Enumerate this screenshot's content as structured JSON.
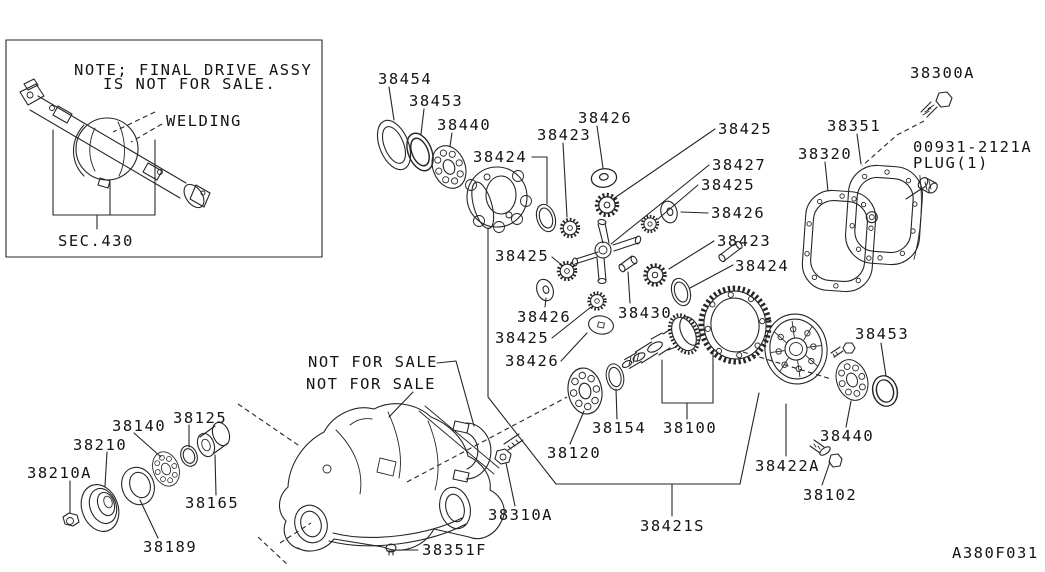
{
  "figure": {
    "code": "A380F031"
  },
  "note_box": {
    "line1": "NOTE; FINAL DRIVE ASSY",
    "line2": "IS NOT FOR SALE.",
    "welding": "WELDING",
    "section": "SEC.430"
  },
  "annotations": {
    "not_for_sale_1": "NOT FOR SALE",
    "not_for_sale_2": "NOT FOR SALE",
    "plug_part": "00931-2121A",
    "plug_name": "PLUG(1)"
  },
  "parts": [
    "38454",
    "38453",
    "38440",
    "38424",
    "38423",
    "38426",
    "38425",
    "38427",
    "38425",
    "38426",
    "38423",
    "38424",
    "38320",
    "38351",
    "38300A",
    "38425",
    "38426",
    "38425",
    "38426",
    "38430",
    "38154",
    "38100",
    "38120",
    "38310A",
    "38421S",
    "38422A",
    "38102",
    "38453",
    "38440",
    "38351F",
    "38210",
    "38210A",
    "38140",
    "38125",
    "38165",
    "38189"
  ]
}
